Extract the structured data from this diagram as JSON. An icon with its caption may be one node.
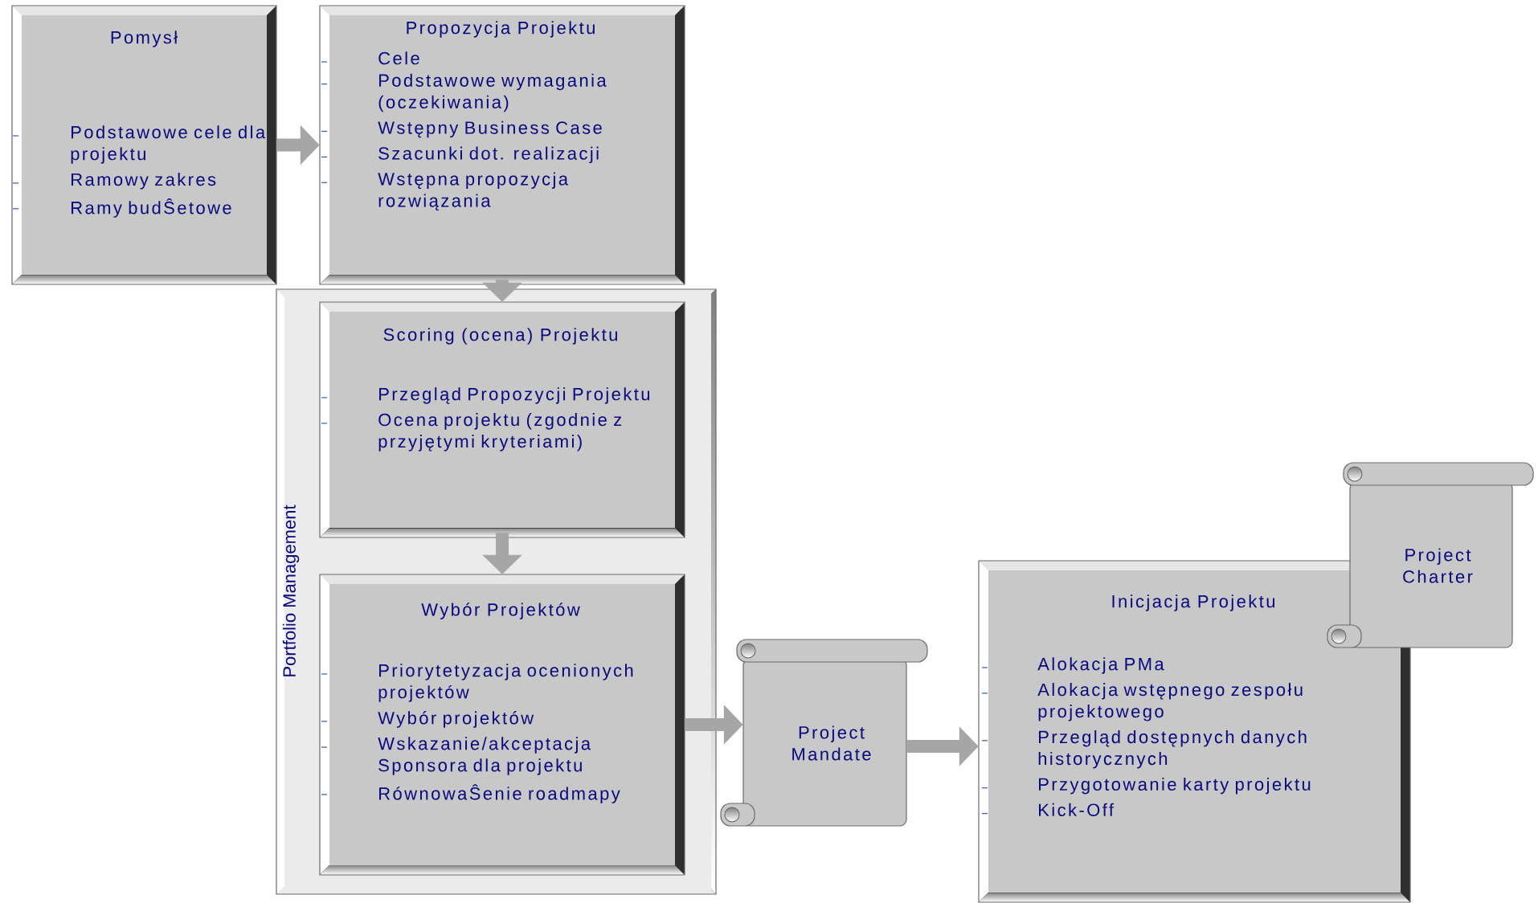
{
  "diagram": {
    "nodes": [
      {
        "text": [
          "Pomysł",
          "Podstawowe cele dla projektu",
          "Ramowy zakres",
          "Ramy budŜetowe"
        ]
      },
      {
        "text": [
          "Propozycja Projektu",
          "Cele",
          "Podstawowe wymagania (oczekiwania)",
          "Wstępny Business Case",
          "Szacunki dot. realizacji",
          "Wstępna propozycja rozwiązania"
        ]
      },
      {
        "text": [
          "Portfolio Management"
        ]
      },
      {
        "text": [
          "Scoring (ocena) Projektu",
          "Przegląd Propozycji Projektu",
          "Ocena projektu (zgodnie z przyjętymi kryteriami)"
        ],
        "in": 2
      },
      {
        "text": [
          "Wybór Projektów",
          "Priorytetyzacja ocenionych projektów",
          "Wybór projektów",
          "Wskazanie/akceptacja Sponsora dla projektu",
          "RównowaŜenie roadmapy"
        ],
        "in": 2
      },
      {
        "text": [
          "Project Mandate"
        ]
      },
      {
        "text": [
          "Inicjacja Projektu",
          "Alokacja PMa",
          "Alokacja wstępnego zespołu projektowego",
          "Przegląd dostępnych danych historycznych",
          "Przygotowanie karty projektu",
          "Kick-Off"
        ]
      },
      {
        "text": [
          "Project Charter"
        ]
      }
    ],
    "edges": [
      {
        "from": 0,
        "to": 1,
        "arrow": "to"
      },
      {
        "from": 1,
        "to": 3,
        "arrow": "to"
      },
      {
        "from": 3,
        "to": 4,
        "arrow": "to"
      },
      {
        "from": 4,
        "to": 5,
        "arrow": "to"
      },
      {
        "from": 5,
        "to": 6,
        "arrow": "to"
      }
    ]
  }
}
